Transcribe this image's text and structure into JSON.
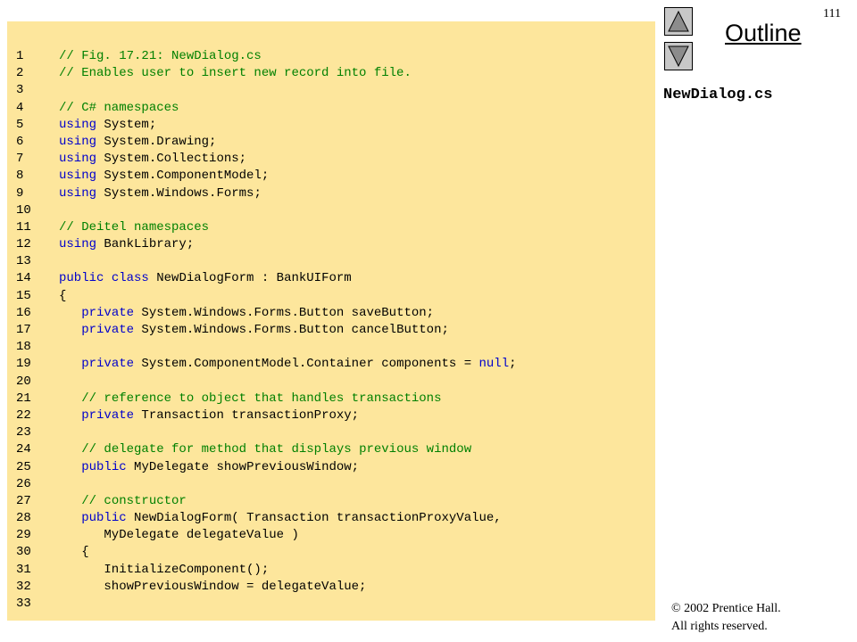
{
  "slide": {
    "page_number": "111",
    "outline_label": "Outline",
    "file_name": "NewDialog.cs",
    "copyright_line1": "© 2002 Prentice Hall.",
    "copyright_line2": "All rights reserved.",
    "nav": {
      "up_icon": "triangle-up-icon",
      "down_icon": "triangle-down-icon"
    }
  },
  "code": [
    {
      "n": "1",
      "segs": [
        {
          "t": "// Fig. 17.21: NewDialog.cs",
          "k": "cm"
        }
      ]
    },
    {
      "n": "2",
      "segs": [
        {
          "t": "// Enables user to insert new record into file.",
          "k": "cm"
        }
      ]
    },
    {
      "n": "3",
      "segs": []
    },
    {
      "n": "4",
      "segs": [
        {
          "t": "// C# namespaces",
          "k": "cm"
        }
      ]
    },
    {
      "n": "5",
      "segs": [
        {
          "t": "using",
          "k": "kw"
        },
        {
          "t": " System;",
          "k": ""
        }
      ]
    },
    {
      "n": "6",
      "segs": [
        {
          "t": "using",
          "k": "kw"
        },
        {
          "t": " System.Drawing;",
          "k": ""
        }
      ]
    },
    {
      "n": "7",
      "segs": [
        {
          "t": "using",
          "k": "kw"
        },
        {
          "t": " System.Collections;",
          "k": ""
        }
      ]
    },
    {
      "n": "8",
      "segs": [
        {
          "t": "using",
          "k": "kw"
        },
        {
          "t": " System.ComponentModel;",
          "k": ""
        }
      ]
    },
    {
      "n": "9",
      "segs": [
        {
          "t": "using",
          "k": "kw"
        },
        {
          "t": " System.Windows.Forms;",
          "k": ""
        }
      ]
    },
    {
      "n": "10",
      "segs": []
    },
    {
      "n": "11",
      "segs": [
        {
          "t": "// Deitel namespaces",
          "k": "cm"
        }
      ]
    },
    {
      "n": "12",
      "segs": [
        {
          "t": "using",
          "k": "kw"
        },
        {
          "t": " BankLibrary;",
          "k": ""
        }
      ]
    },
    {
      "n": "13",
      "segs": []
    },
    {
      "n": "14",
      "segs": [
        {
          "t": "public",
          "k": "kw"
        },
        {
          "t": " ",
          "k": ""
        },
        {
          "t": "class",
          "k": "kw"
        },
        {
          "t": " NewDialogForm : BankUIForm",
          "k": ""
        }
      ]
    },
    {
      "n": "15",
      "segs": [
        {
          "t": "{",
          "k": ""
        }
      ]
    },
    {
      "n": "16",
      "segs": [
        {
          "t": "   ",
          "k": ""
        },
        {
          "t": "private",
          "k": "kw"
        },
        {
          "t": " System.Windows.Forms.Button saveButton;",
          "k": ""
        }
      ]
    },
    {
      "n": "17",
      "segs": [
        {
          "t": "   ",
          "k": ""
        },
        {
          "t": "private",
          "k": "kw"
        },
        {
          "t": " System.Windows.Forms.Button cancelButton;",
          "k": ""
        }
      ]
    },
    {
      "n": "18",
      "segs": []
    },
    {
      "n": "19",
      "segs": [
        {
          "t": "   ",
          "k": ""
        },
        {
          "t": "private",
          "k": "kw"
        },
        {
          "t": " System.ComponentModel.Container components = ",
          "k": ""
        },
        {
          "t": "null",
          "k": "kw"
        },
        {
          "t": ";",
          "k": ""
        }
      ]
    },
    {
      "n": "20",
      "segs": []
    },
    {
      "n": "21",
      "segs": [
        {
          "t": "   ",
          "k": ""
        },
        {
          "t": "// reference to object that handles transactions",
          "k": "cm"
        }
      ]
    },
    {
      "n": "22",
      "segs": [
        {
          "t": "   ",
          "k": ""
        },
        {
          "t": "private",
          "k": "kw"
        },
        {
          "t": " Transaction transactionProxy;",
          "k": ""
        }
      ]
    },
    {
      "n": "23",
      "segs": []
    },
    {
      "n": "24",
      "segs": [
        {
          "t": "   ",
          "k": ""
        },
        {
          "t": "// delegate for method that displays previous window",
          "k": "cm"
        }
      ]
    },
    {
      "n": "25",
      "segs": [
        {
          "t": "   ",
          "k": ""
        },
        {
          "t": "public",
          "k": "kw"
        },
        {
          "t": " MyDelegate showPreviousWindow;",
          "k": ""
        }
      ]
    },
    {
      "n": "26",
      "segs": []
    },
    {
      "n": "27",
      "segs": [
        {
          "t": "   ",
          "k": ""
        },
        {
          "t": "// constructor",
          "k": "cm"
        }
      ]
    },
    {
      "n": "28",
      "segs": [
        {
          "t": "   ",
          "k": ""
        },
        {
          "t": "public",
          "k": "kw"
        },
        {
          "t": " NewDialogForm( Transaction transactionProxyValue,",
          "k": ""
        }
      ]
    },
    {
      "n": "29",
      "segs": [
        {
          "t": "      MyDelegate delegateValue )",
          "k": ""
        }
      ]
    },
    {
      "n": "30",
      "segs": [
        {
          "t": "   {",
          "k": ""
        }
      ]
    },
    {
      "n": "31",
      "segs": [
        {
          "t": "      InitializeComponent();",
          "k": ""
        }
      ]
    },
    {
      "n": "32",
      "segs": [
        {
          "t": "      showPreviousWindow = delegateValue;",
          "k": ""
        }
      ]
    },
    {
      "n": "33",
      "segs": []
    }
  ]
}
